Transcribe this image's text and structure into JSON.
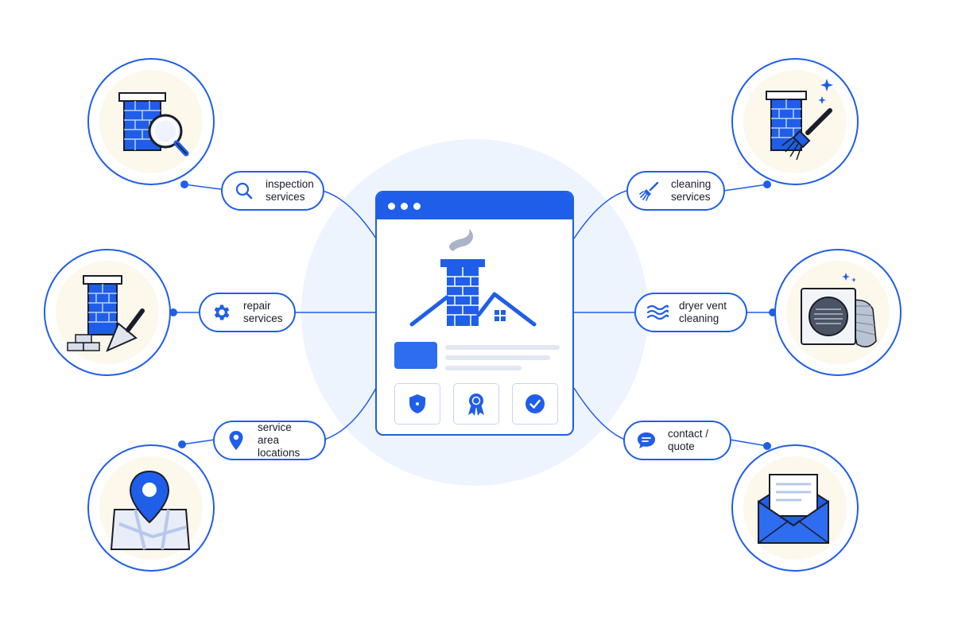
{
  "colors": {
    "accent": "#1f5ee8",
    "halo": "#eef4fe",
    "cream": "#fdf8ec",
    "text": "#1a1d29"
  },
  "nodes": {
    "inspection": {
      "line1": "inspection",
      "line2": "services",
      "icon": "magnifier-icon",
      "illustration": "chimney-magnifier"
    },
    "repair": {
      "line1": "repair",
      "line2": "services",
      "icon": "gear-icon",
      "illustration": "chimney-trowel"
    },
    "service_area": {
      "line1": "service area",
      "line2": "locations",
      "icon": "map-pin-icon",
      "illustration": "map-pin"
    },
    "cleaning": {
      "line1": "cleaning",
      "line2": "services",
      "icon": "brush-icon",
      "illustration": "chimney-brush"
    },
    "dryer_vent": {
      "line1": "dryer vent",
      "line2": "cleaning",
      "icon": "airflow-icon",
      "illustration": "dryer-vent"
    },
    "contact": {
      "line1": "contact /",
      "line2": "quote",
      "icon": "chat-bubble-icon",
      "illustration": "envelope-letter"
    }
  },
  "browser": {
    "hero_icon": "house-chimney-icon",
    "features": [
      "shield-icon",
      "award-ribbon-icon",
      "checkmark-icon"
    ]
  }
}
